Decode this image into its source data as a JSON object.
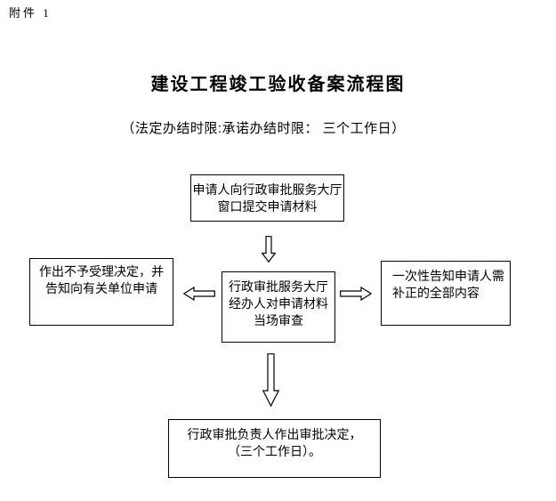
{
  "page": {
    "attachment_label": "附件 1",
    "title": "建设工程竣工验收备案流程图",
    "subtitle": "（法定办结时限:承诺办结时限： 三个工作日）"
  },
  "flowchart": {
    "boxes": {
      "submit": {
        "lines": [
          "申请人向行政审批服务大厅",
          "窗口提交申请材料"
        ]
      },
      "review": {
        "lines": [
          "行政审批服务大厅",
          "经办人对申请材料",
          "当场审查"
        ]
      },
      "reject": {
        "lines": [
          "作出不予受理决定，并",
          "告知向有关单位申请"
        ]
      },
      "notify": {
        "lines": [
          "一次性告知申请人需",
          "补正的全部内容"
        ]
      },
      "decide": {
        "lines": [
          "行政审批负责人作出审批决定，",
          "（三个工作日）。"
        ]
      }
    },
    "icons": {
      "arrow_down_short": "hollow block arrow pointing down",
      "arrow_down_long": "hollow block arrow pointing down",
      "arrow_left": "hollow block arrow pointing left",
      "arrow_right": "hollow block arrow pointing right"
    }
  },
  "colors": {
    "ink": "#000000",
    "paper": "#ffffff",
    "box_border": "#000000"
  }
}
